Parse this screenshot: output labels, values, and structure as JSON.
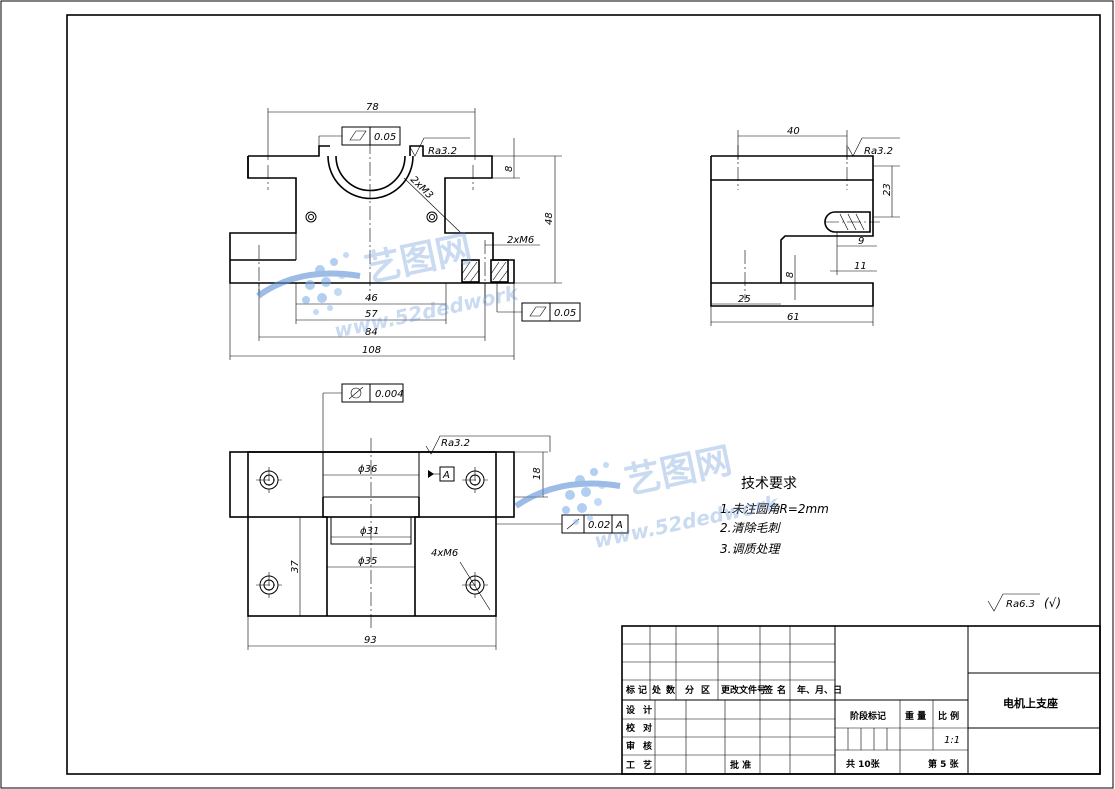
{
  "dimensions": {
    "front": {
      "w78": "78",
      "w46": "46",
      "w57": "57",
      "w84": "84",
      "w108": "108",
      "h48": "48",
      "h8": "8",
      "thread2xM3": "2xM3",
      "thread2xM6": "2xM6",
      "flat_a": "0.05",
      "flat_b": "0.05",
      "rough": "Ra3.2"
    },
    "side": {
      "w40": "40",
      "h23": "23",
      "w9": "9",
      "w11": "11",
      "h8": "8",
      "w25": "25",
      "w61": "61",
      "rough": "Ra3.2"
    },
    "top": {
      "d36": "ϕ36",
      "d31": "ϕ31",
      "d35": "ϕ35",
      "w93": "93",
      "h37": "37",
      "h18": "18",
      "thread4xM6": "4xM6",
      "cyl": "0.004",
      "runout": "0.02",
      "datum": "A",
      "datum_ref": "A",
      "rough": "Ra3.2"
    }
  },
  "tech_requirements": {
    "title": "技术要求",
    "items": [
      "1.未注圆角R=2mm",
      "2.清除毛刺",
      "3.调质处理"
    ]
  },
  "general_roughness": {
    "value": "Ra6.3",
    "check": "(√)"
  },
  "title_block": {
    "part_name": "电机上支座",
    "headers": [
      "标",
      "记",
      "处",
      "数",
      "分",
      "区",
      "更改文件号",
      "签",
      "名",
      "年、月、日"
    ],
    "roles": [
      "设",
      "计",
      "校",
      "对",
      "审",
      "核",
      "工",
      "艺"
    ],
    "approve": "批 准",
    "stage_mark": "阶段标记",
    "weight": "重 量",
    "scale_label": "比 例",
    "scale": "1:1",
    "sheets_total": "共 10张",
    "sheet_no": "第 5 张"
  },
  "watermark": {
    "cn": "艺图网",
    "en": "www.52dedwork"
  }
}
